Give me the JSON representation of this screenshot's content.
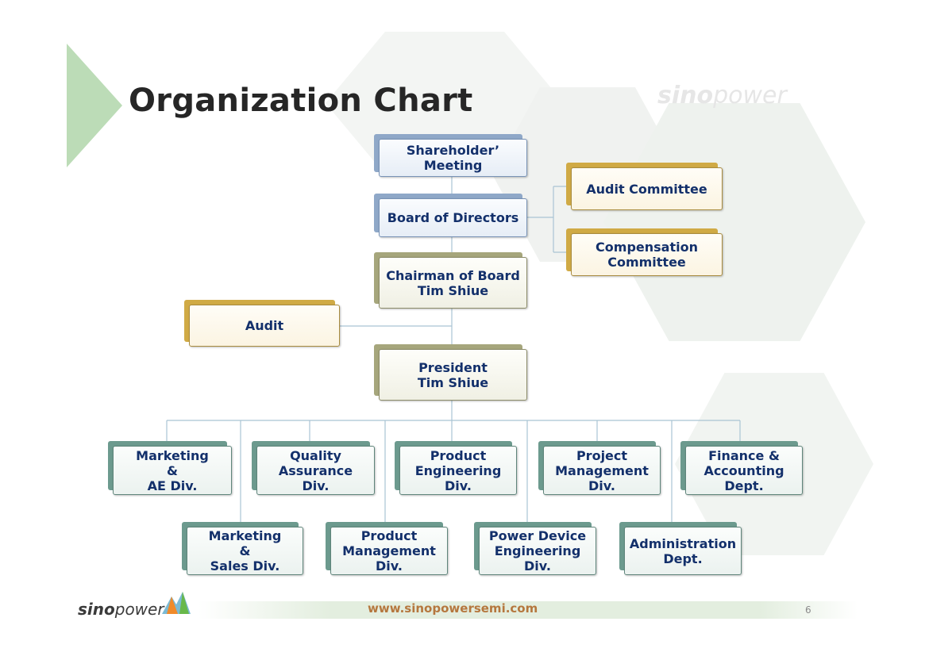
{
  "title": "Organization Chart",
  "watermark": {
    "brand_bold": "sino",
    "brand_rest": "power"
  },
  "nodes": {
    "shareholders": "Shareholder’\nMeeting",
    "board": "Board of Directors",
    "audit_committee": "Audit Committee",
    "compensation_committee": "Compensation\nCommittee",
    "chairman": "Chairman of Board\nTim Shiue",
    "audit": "Audit",
    "president": "President\nTim Shiue",
    "marketing_ae": "Marketing\n&\nAE Div.",
    "quality_assurance": "Quality\nAssurance\nDiv.",
    "product_engineering": "Product\nEngineering\nDiv.",
    "project_management": "Project\nManagement\nDiv.",
    "finance_accounting": "Finance &\nAccounting\nDept.",
    "marketing_sales": "Marketing\n&\nSales Div.",
    "product_management": "Product\nManagement\nDiv.",
    "power_device_engineering": "Power Device\nEngineering\nDiv.",
    "administration": "Administration\nDept."
  },
  "footer": {
    "logo_bold": "sino",
    "logo_rest": "power",
    "url": "www.sinopowersemi.com",
    "page_number": "6"
  },
  "colors": {
    "title": "#262626",
    "node_text": "#13306b",
    "connector": "#a9c4d4",
    "accent_green": "#bcdcb7",
    "url": "#b5773e"
  }
}
